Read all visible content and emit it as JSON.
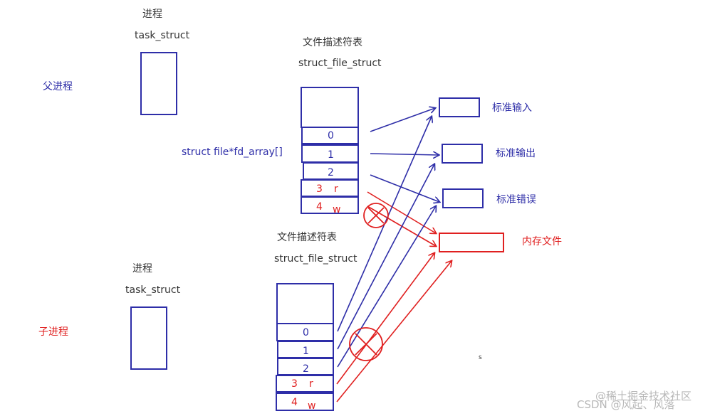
{
  "parent": {
    "label": "父进程",
    "process_title": "进程",
    "task_struct": "task_struct",
    "fd_table_title": "文件描述符表",
    "fd_struct": "struct_file_struct",
    "fd_array": "struct file*fd_array[]",
    "cells": [
      "0",
      "1",
      "2",
      "3",
      "4"
    ],
    "cell_marks": [
      "",
      "",
      "",
      "r",
      "w"
    ]
  },
  "child": {
    "label": "子进程",
    "process_title": "进程",
    "task_struct": "task_struct",
    "fd_table_title": "文件描述符表",
    "fd_struct": "struct_file_struct",
    "cells": [
      "0",
      "1",
      "2",
      "3",
      "4"
    ],
    "cell_marks": [
      "",
      "",
      "",
      "r",
      "w"
    ]
  },
  "targets": {
    "stdin": "标准输入",
    "stdout": "标准输出",
    "stderr": "标准错误",
    "memfile": "内存文件"
  },
  "stray_mark": "s",
  "watermark": {
    "line1": "@稀土掘金技术社区",
    "line2": "CSDN @风起、风落"
  },
  "colors": {
    "blue": "#2e2ea8",
    "red": "#e02020"
  }
}
